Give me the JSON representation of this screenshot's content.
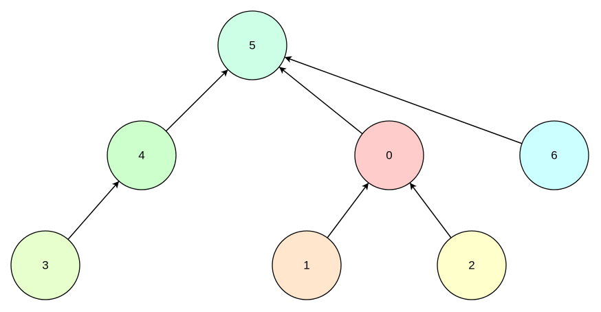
{
  "graph": {
    "nodes": [
      {
        "id": "5",
        "label": "5",
        "color": "#ccffe6"
      },
      {
        "id": "4",
        "label": "4",
        "color": "#ccffcc"
      },
      {
        "id": "0",
        "label": "0",
        "color": "#ffcccc"
      },
      {
        "id": "6",
        "label": "6",
        "color": "#ccffff"
      },
      {
        "id": "3",
        "label": "3",
        "color": "#e6ffcc"
      },
      {
        "id": "1",
        "label": "1",
        "color": "#ffe6cc"
      },
      {
        "id": "2",
        "label": "2",
        "color": "#ffffcc"
      }
    ],
    "edges": [
      {
        "from": "4",
        "to": "5"
      },
      {
        "from": "0",
        "to": "5"
      },
      {
        "from": "6",
        "to": "5"
      },
      {
        "from": "3",
        "to": "4"
      },
      {
        "from": "1",
        "to": "0"
      },
      {
        "from": "2",
        "to": "0"
      }
    ]
  }
}
